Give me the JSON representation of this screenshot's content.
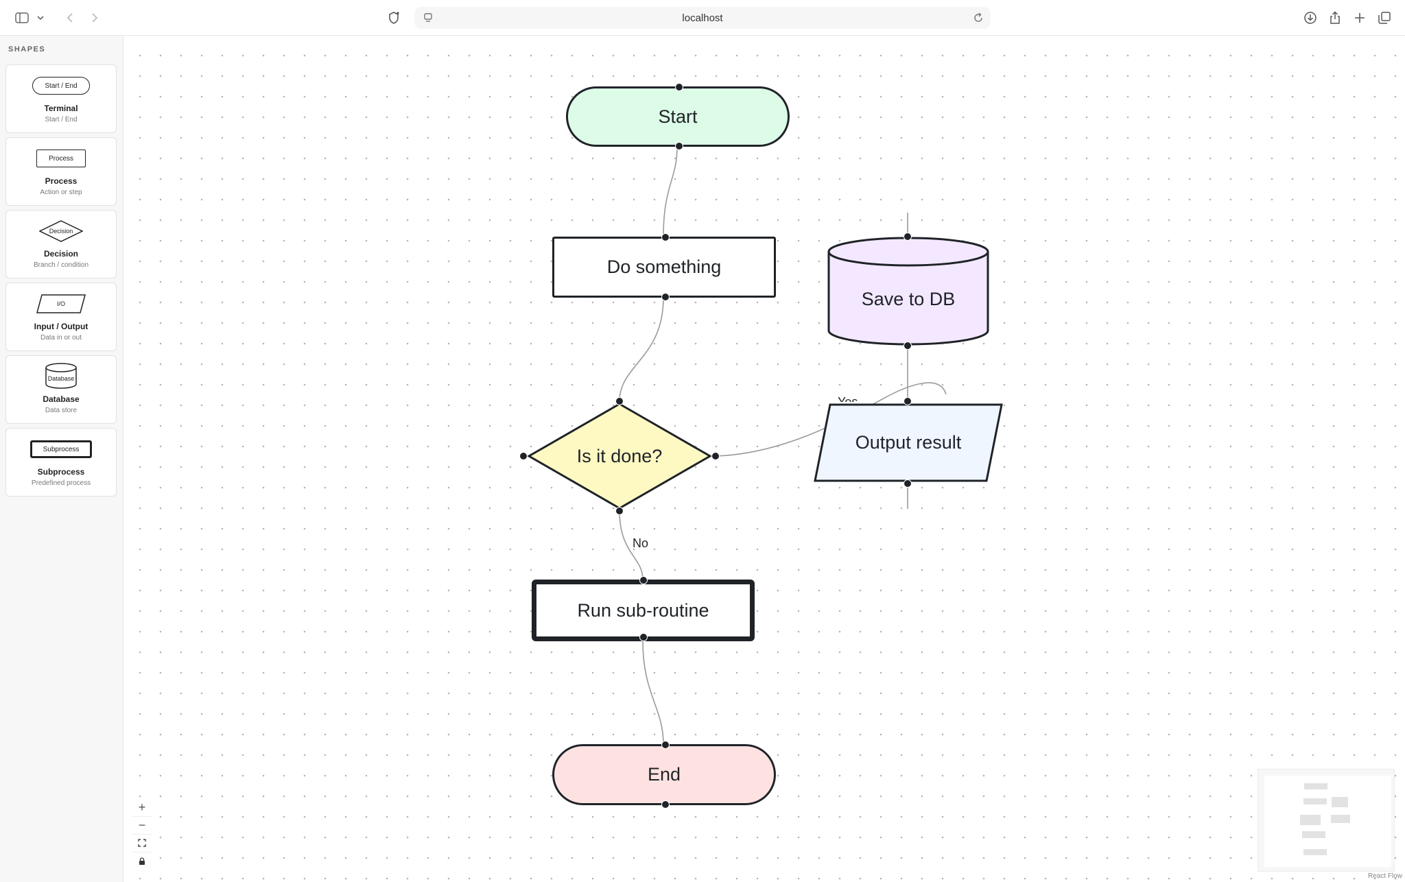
{
  "browser": {
    "url": "localhost"
  },
  "sidebar": {
    "heading": "SHAPES",
    "items": [
      {
        "preview": "Start / End",
        "name": "Terminal",
        "desc": "Start / End"
      },
      {
        "preview": "Process",
        "name": "Process",
        "desc": "Action or step"
      },
      {
        "preview": "Decision",
        "name": "Decision",
        "desc": "Branch / condition"
      },
      {
        "preview": "I/O",
        "name": "Input / Output",
        "desc": "Data in or out"
      },
      {
        "preview": "Database",
        "name": "Database",
        "desc": "Data store"
      },
      {
        "preview": "Subprocess",
        "name": "Subprocess",
        "desc": "Predefined process"
      }
    ]
  },
  "flow": {
    "nodes": {
      "start": {
        "label": "Start",
        "fill": "#dcfce7"
      },
      "do_something": {
        "label": "Do something",
        "fill": "#ffffff"
      },
      "save_db": {
        "label": "Save to DB",
        "fill": "#f3e8ff"
      },
      "is_done": {
        "label": "Is it done?",
        "fill": "#fef9c3"
      },
      "output": {
        "label": "Output result",
        "fill": "#eff6ff"
      },
      "subroutine": {
        "label": "Run sub-routine",
        "fill": "#ffffff"
      },
      "end": {
        "label": "End",
        "fill": "#fee2e2"
      }
    },
    "edge_labels": {
      "yes": "Yes",
      "no": "No"
    }
  },
  "controls": {
    "zoom_in": "+",
    "zoom_out": "−"
  },
  "attribution": "React Flow",
  "colors": {
    "stroke": "#1f2328",
    "edge": "#9a9a9a"
  }
}
